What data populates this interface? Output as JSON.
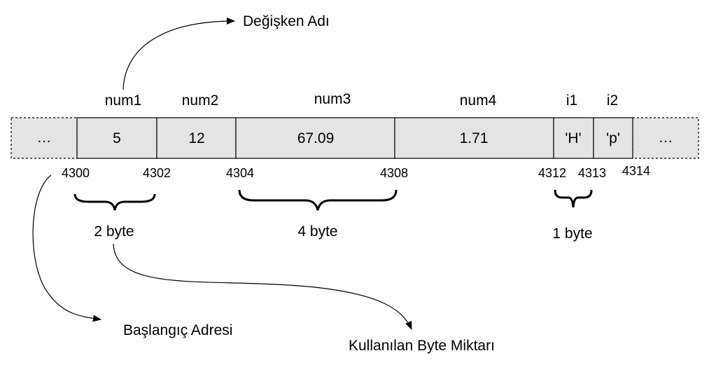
{
  "title_label": "Değişken Adı",
  "start_address_label": "Başlangıç Adresi",
  "byte_count_label": "Kullanılan Byte Miktarı",
  "ellipsis": "…",
  "cells": [
    {
      "name": "num1",
      "value": "5"
    },
    {
      "name": "num2",
      "value": "12"
    },
    {
      "name": "num3",
      "value": "67.09"
    },
    {
      "name": "num4",
      "value": "1.71"
    },
    {
      "name": "i1",
      "value": "'H'"
    },
    {
      "name": "i2",
      "value": "'p'"
    }
  ],
  "addresses": [
    "4300",
    "4302",
    "4304",
    "4308",
    "4312",
    "4313",
    "4314"
  ],
  "sizes": [
    "2 byte",
    "4 byte",
    "1 byte"
  ],
  "colors": {
    "cell_fill": "#e4e4e4",
    "stroke": "#000000"
  }
}
